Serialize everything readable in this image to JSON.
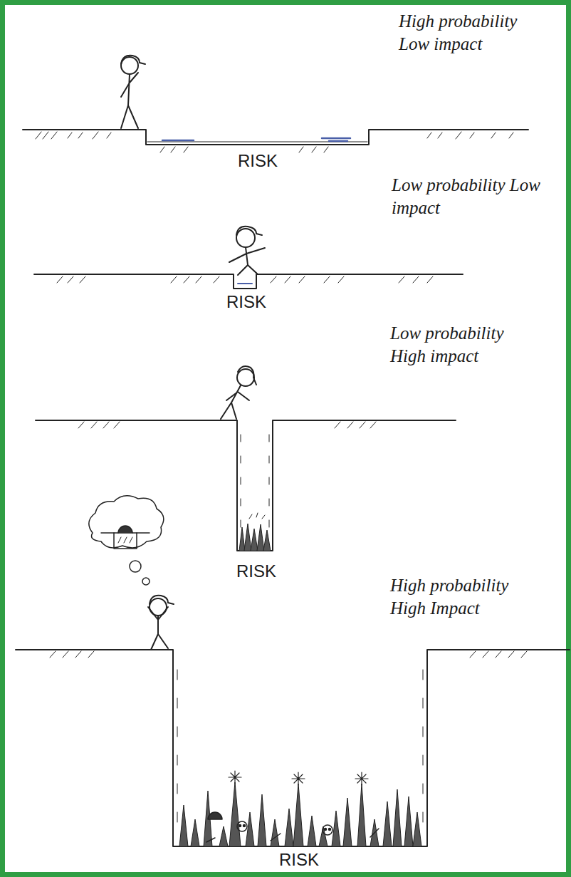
{
  "diagram": {
    "labels": [
      "High probability Low impact",
      "RISK",
      "Low probability Low impact",
      "RISK",
      "Low probability High impact",
      "RISK",
      "High probability High Impact",
      "RISK"
    ]
  }
}
